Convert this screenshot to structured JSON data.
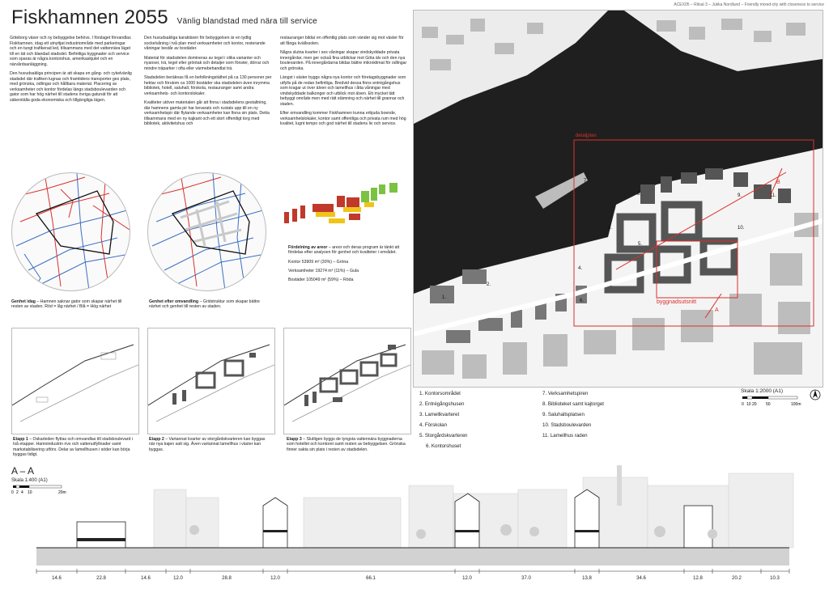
{
  "header": {
    "title": "Fiskhamnen 2055",
    "subtitle": "Vänlig blandstad med nära till service",
    "credit": "ACEX05 – Ritsal 3 – Jukka Nordlund – Friendly mixed-city with closeness to service"
  },
  "text": {
    "col1": [
      "Göteborg växer och ny bebyggelse behövs. I förslaget förvandlas Fiskhamnen, idag ett utnyttjat industriområde med parkeringar och en tungt trafikerad led, tillsammans med det vattennära läget till en tät och blandad stadsdel. Befintliga byggnader och service som sparas är några kontorshus, amerikaskjulet och en närvårdsanläggning.",
      "Den huvudsakliga principen är att skapa en gång- och cykelvänlig stadsdel där trafiken lugnas och framtidens transporter ges plats, med grönska, odlingar och hållbara material. Placering av verksamheter och kontor fördelas längs stadsboulevarden och gator som har hög närhet till stadens övriga gatunät för att säkerställa goda ekonomiska och tillgängliga lägen."
    ],
    "col2": [
      "Den huvudsakliga karaktären för bebyggelsen är en tydlig sockelvåning i två plan med verksamheter och kontor, resterande våningar består av bostäder.",
      "Material för stadsdelen domineras av tegel i olika varianter och nyanser, trä, tegel eller gröntak och detaljer som fönster, dörrar och mindre träpartier i ofta eller värmebehandlat trä.",
      "Stadsdelen beräknas få en befolkningstäthet på ca 130 personer per hektar och förutom ca 1000 bostäder ska stadsdelen även inrymma bibliotek, hotell, saluhall, förskola, restauranger samt andra verksamhets- och kontorslokaler.",
      "Kvaliteter utöver materialen går att finna i stadsdelens gestaltning, där hamnens gamla pir har bevarats och rustats upp till en ny verksamhetspir där flytande verksamheter kan finna sin plats. Detta tillsammans med en ny kajkant och ett stort offentligt torg med bibliotek, aktivitetshus och"
    ],
    "col3": [
      "restauranger bildar en offentlig plats som vänder sig mot väster för att fånga kvällssolen.",
      "Några slutna kvarter i sex våningar skapar vindskyddade privata innergårdar, men ger också fina utblickar mot Göta älv och den nya boulevarden. På innergårdarna bildas bättre mikroklimat för odlingar och grönska.",
      "Längst i väster byggs några nya kontor och företagsbyggnader som utfylls på de redan befintliga. Bredvid dessa finns entrégångshus som kragar ut över älven och lamellhus i åtta våningar med vindskyddade balkonger och utblick mot älven. Ett mycket tätt bebyggt område men med rätt stämning och närhet till grannar och staden.",
      "Efter omvandling kommer Fiskhamnen kunna erbjuda boende, verksamhetslokaler, kontor samt offentliga och privata rum med hög kvalitet, lugnt tempo och god närhet till stadens liv och service."
    ]
  },
  "captions": {
    "today": "Genhet idag – Hamnen saknar gator som skapar närhet till resten av staden. Röd = låg närhet / Blå = Hög närhet",
    "today_b": "Genhet idag",
    "after": "Genhet efter omvandling – Gridstruktur som skapar bättre närhet och genhet till resten av staden.",
    "after_b": "Genhet efter omvandling",
    "area_b": "Fördelning av areor",
    "area": "– areor och deras program är tänkt att fördelas efter analysen för genhet och kvaliteter i området.",
    "kontor": "Kontor 53909 m² (30%) – Gröna",
    "verksamheter": "Verksamheter 19274 m² (11%) – Gula",
    "bostader": "Bostäder 105049 m² (59%) – Röda",
    "etapp1_b": "Etapp 1",
    "etapp1": "– Oskarleden flyttas och omvandlas till stadsboulevard i två etapper. Hamnindustrin rivs och vattenutfyllnader samt markstabilisering utförs. Delar av lamellhusen i söder kan börja byggas tidigt.",
    "etapp2_b": "Etapp 2",
    "etapp2": "– Vartannat kvarter av storgårdskvarteren kan byggas när nya kajen satt sig. Även vartannat lamellhus i väster kan byggas.",
    "etapp3_b": "Etapp 3",
    "etapp3": "– Slutligen byggs de tyngsta vattennära byggnaderna som hotellet och kontoret samt resten av bebyggelsen. Grönska finner sakta sin plats i resten av stadsdelen."
  },
  "map": {
    "labels": {
      "detaljplan": "detaljplan",
      "byggnadsutsnitt": "byggnadsutsnitt",
      "a": "A",
      "b": "B",
      "n1": "1.",
      "n2": "2.",
      "n3": "3.",
      "n4": "4.",
      "n5": "5.",
      "n6": "6.",
      "n7": "7.",
      "n8": "8.",
      "n9": "9.",
      "n10": "10.",
      "n11": "11."
    },
    "scale": "Skala 1:2000 (A1)",
    "scale_ticks": [
      "0",
      "10",
      "20",
      "50",
      "100m"
    ]
  },
  "legend": [
    "1. Kontorsområdet",
    "2. Entrégångshusen",
    "3. Lamellkvarteret",
    "4. Förskolan",
    "5. Storgårdskvarteren",
    "6. Kontorshuset",
    "7. Verksamhetspiren",
    "8. Biblioteket samt kajtorget",
    "9. Saluhallsplatsen",
    "10.    Stadsboulevarden",
    "11.    Lamellhus raden"
  ],
  "section": {
    "title": "A – A",
    "scale": "Skala 1:400 (A1)",
    "ticks": [
      "0",
      "2",
      "4",
      "10",
      "20m"
    ],
    "dims": [
      "14.6",
      "22.8",
      "14.6",
      "12.0",
      "28.8",
      "12.0",
      "66.1",
      "12.0",
      "37.0",
      "13.8",
      "34.6",
      "12.8",
      "20.2",
      "10.3"
    ]
  },
  "colors": {
    "red": "#d9302b",
    "blue": "#3a6fc4",
    "dark": "#555555",
    "water": "#222222",
    "kontor": "#7cc242",
    "verksamheter": "#f0c419",
    "bostader": "#c0392b"
  }
}
